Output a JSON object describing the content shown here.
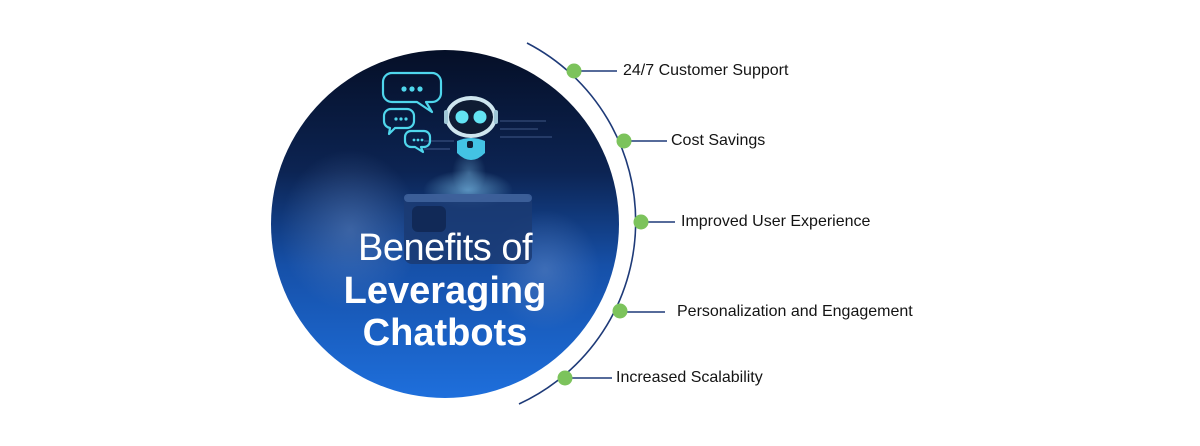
{
  "title": {
    "line1": "Benefits of",
    "line2": "Leveraging",
    "line3": "Chatbots"
  },
  "benefits": [
    {
      "label": "24/7 Customer Support"
    },
    {
      "label": "Cost Savings"
    },
    {
      "label": "Improved User Experience"
    },
    {
      "label": "Personalization and Engagement"
    },
    {
      "label": "Increased Scalability"
    }
  ],
  "colors": {
    "circle_top": "#06112b",
    "circle_bottom": "#1d6ad8",
    "arc": "#1e3a78",
    "dot": "#7cc35c",
    "connector": "#1e3a78",
    "label_text": "#141414",
    "glow": "#5fe0f0"
  },
  "icons": {
    "chat_bubbles": "chat-bubbles-icon",
    "robot": "robot-icon",
    "phone": "smartphone"
  }
}
